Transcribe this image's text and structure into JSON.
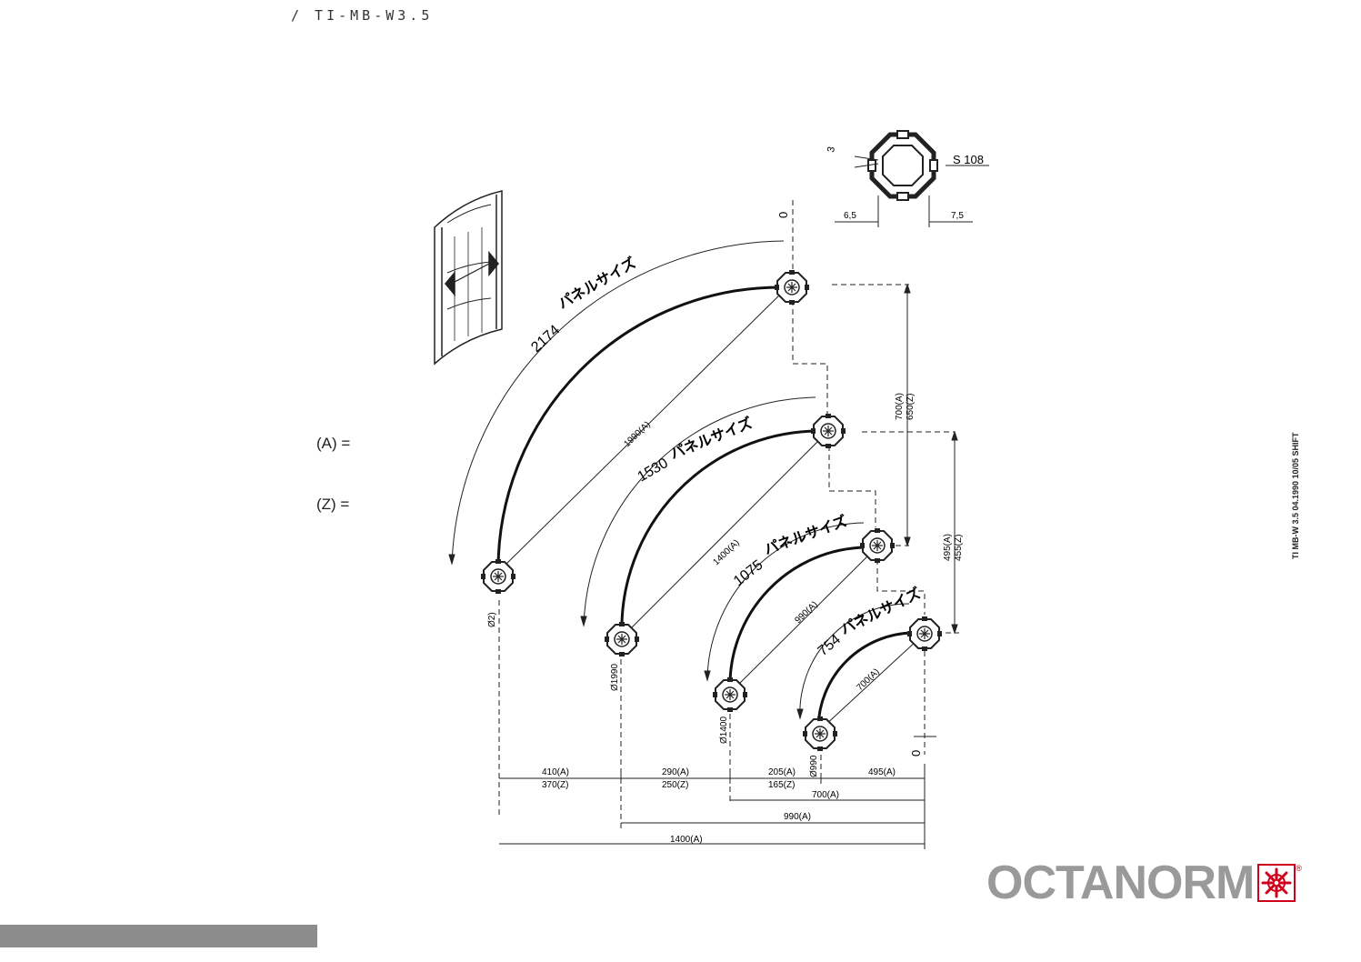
{
  "document": {
    "code_title": "/ TI-MB-W3.5",
    "side_code": "TI MB-W 3.5 04.1990 10/05 SHIFT"
  },
  "legend": {
    "a_label": "(A) =",
    "z_label": "(Z) ="
  },
  "profile": {
    "name": "S 108",
    "dim_left": "6,5",
    "dim_right": "7,5",
    "dim_angle": "3"
  },
  "panels": {
    "panel_label": "パネルサイズ",
    "p1": {
      "panel_size": "2174",
      "chord": "1990(A)"
    },
    "p2": {
      "panel_size": "1530",
      "chord": "1400(A)"
    },
    "p3": {
      "panel_size": "1075",
      "chord": "990(A)"
    },
    "p4": {
      "panel_size": "754",
      "chord": "700(A)"
    }
  },
  "dimensions": {
    "zero_top": "0",
    "zero_bottom": "0",
    "vertical_1_a": "700(A)",
    "vertical_1_z": "650(Z)",
    "vertical_2_a": "495(A)",
    "vertical_2_z": "455(Z)",
    "dia_1": "Ø2)",
    "dia_2": "Ø1990",
    "dia_3": "Ø1400",
    "dia_4": "Ø990",
    "row1": [
      {
        "a": "410(A)",
        "z": "370(Z)"
      },
      {
        "a": "290(A)",
        "z": "250(Z)"
      },
      {
        "a": "205(A)",
        "z": "165(Z)"
      },
      {
        "a": "495(A)",
        "z": ""
      }
    ],
    "row2": "700(A)",
    "row3": "990(A)",
    "row4": "1400(A)"
  },
  "brand": {
    "name": "OCTANORM",
    "colors": {
      "logo_gray": "#9a9a9a",
      "logo_red": "#d0021b",
      "footer_bar": "#8c8c8c"
    }
  }
}
